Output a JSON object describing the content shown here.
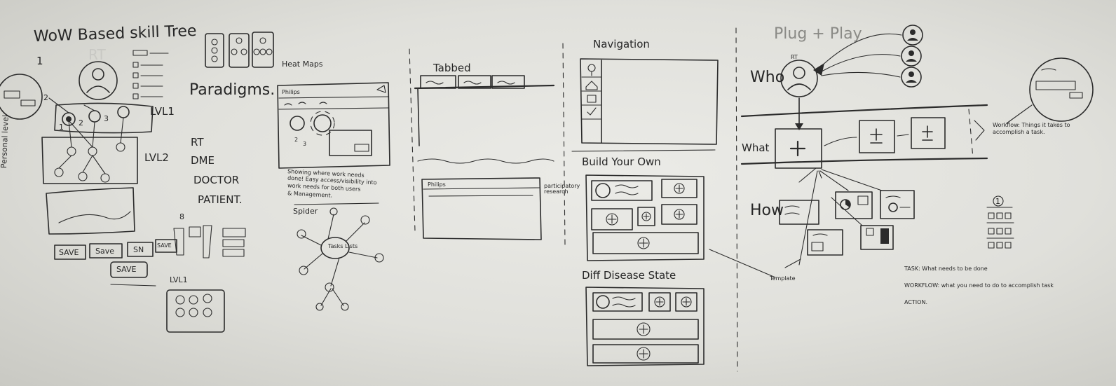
{
  "wow": {
    "title": "WoW Based skill Tree",
    "step_number": "1",
    "rt": "RT",
    "lvl1": "LVL1",
    "lvl2": "LVL2",
    "side_note": "Personal level",
    "node_labels": [
      "1",
      "2",
      "3"
    ],
    "save_buttons": [
      "SAVE",
      "Save",
      "SN",
      "SAVE",
      "SAVE"
    ],
    "lower_label": "LVL1",
    "number8": "8"
  },
  "paradigms": {
    "title": "Paradigms.",
    "roles": [
      "RT",
      "DME",
      "DOCTOR",
      "PATIENT."
    ]
  },
  "heatmaps": {
    "title": "Heat Maps",
    "brand": "Philips",
    "circle_numbers": [
      "2",
      "3"
    ],
    "description": [
      "Showing where work needs",
      "done! Easy access/visibility into",
      "work needs for both users",
      "& Management."
    ]
  },
  "spider": {
    "title": "Spider",
    "hub_label": "Tasks Lists"
  },
  "tabbed": {
    "title": "Tabbed",
    "brand": "Philips",
    "note": "participatory research"
  },
  "navigation": {
    "title": "Navigation"
  },
  "build": {
    "title": "Build Your Own"
  },
  "disease": {
    "title": "Diff Disease State"
  },
  "template_label": "Template",
  "plug": {
    "title": "Plug + Play",
    "who": "Who",
    "rt": "RT",
    "what": "What",
    "how": "How",
    "workflow_note": "Workflow: Things it takes to accomplish a task.",
    "step_number": "1",
    "definitions": [
      "TASK: What needs to be done",
      "WORKFLOW: what you need to do to accomplish task",
      "ACTION."
    ]
  }
}
